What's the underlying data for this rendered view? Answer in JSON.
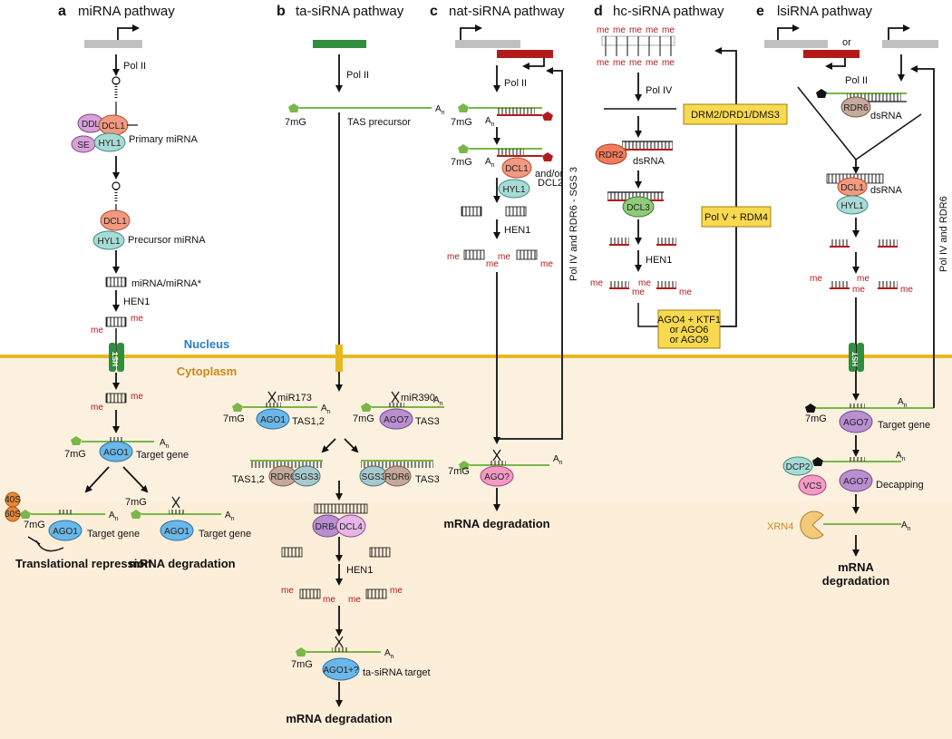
{
  "colors": {
    "cap": "#7ab648",
    "ago_blue": "#6ab7e8",
    "ago_purple": "#b98fd0",
    "dcl_red": "#f19a80",
    "hyl_teal": "#a9dbd6",
    "rdr_brown": "#c5a99a",
    "yellow_box": "#f9d94e",
    "nucleus_line": "#e8b820",
    "cytoplasm_bg": "#fdeed9",
    "hst_green": "#2f8f3e",
    "me_red": "#b31b1b",
    "gene_gray": "#c0c0c0",
    "gene_green": "#2f8f3e",
    "gene_red": "#b31b1b"
  },
  "panels": [
    {
      "letter": "a",
      "title": "miRNA pathway"
    },
    {
      "letter": "b",
      "title": "ta-siRNA pathway"
    },
    {
      "letter": "c",
      "title": "nat-siRNA pathway"
    },
    {
      "letter": "d",
      "title": "hc-siRNA pathway"
    },
    {
      "letter": "e",
      "title": "lsiRNA pathway"
    }
  ],
  "compartments": {
    "nucleus": "Nucleus",
    "cytoplasm": "Cytoplasm"
  },
  "a": {
    "pol": "Pol II",
    "primary": "Primary miRNA",
    "precursor": "Precursor miRNA",
    "duplex": "miRNA/miRNA*",
    "hen": "HEN1",
    "ddl": "DDL",
    "dcl1": "DCL1",
    "hyl1": "HYL1",
    "se": "SE",
    "hst": "HST",
    "ago1": "AGO1",
    "target": "Target gene",
    "cap": "7mG",
    "s40": "40S",
    "s60": "60S",
    "repression": "Translational repression",
    "degradation": "mRNA degradation"
  },
  "b": {
    "pol": "Pol II",
    "tas_precursor": "TAS precursor",
    "cap": "7mG",
    "mir173": "miR173",
    "mir390": "miR390",
    "ago1": "AGO1",
    "ago7": "AGO7",
    "tas12": "TAS1,2",
    "tas3": "TAS3",
    "rdr6": "RDR6",
    "sgs3": "SGS3",
    "drb4": "DRB4",
    "dcl4": "DCL4",
    "hen": "HEN1",
    "ago1q": "AGO1+?",
    "target": "ta-siRNA target",
    "degradation": "mRNA degradation"
  },
  "c": {
    "pol": "Pol II",
    "cap": "7mG",
    "dcl1": "DCL1",
    "andor": "and/or",
    "dcl2": "DCL2",
    "hyl1": "HYL1",
    "hen": "HEN1",
    "ago": "AGO?",
    "side": "Pol IV and RDR6 - SGS 3",
    "degradation": "mRNA degradation"
  },
  "d": {
    "pol": "Pol IV",
    "rdr2": "RDR2",
    "dsrna": "dsRNA",
    "dcl3": "DCL3",
    "hen": "HEN1",
    "box1": "DRM2/DRD1/DMS3",
    "box2": "Pol V + RDM4",
    "box3": "AGO4 + KTF1 or AGO6 or AGO9"
  },
  "e": {
    "or": "or",
    "pol": "Pol II",
    "rdr6": "RDR6",
    "dsrna": "dsRNA",
    "dcl1": "DCL1",
    "hyl1": "HYL1",
    "hst": "HST",
    "cap": "7mG",
    "ago7": "AGO7",
    "target": "Target gene",
    "dcp2": "DCP2",
    "vcs": "VCS",
    "decapping": "Decapping",
    "xrn4": "XRN4",
    "side": "Pol IV and RDR6",
    "degradation": "mRNA degradation"
  },
  "glyph": {
    "me": "me",
    "an_base": "A",
    "an_sub": "n"
  }
}
